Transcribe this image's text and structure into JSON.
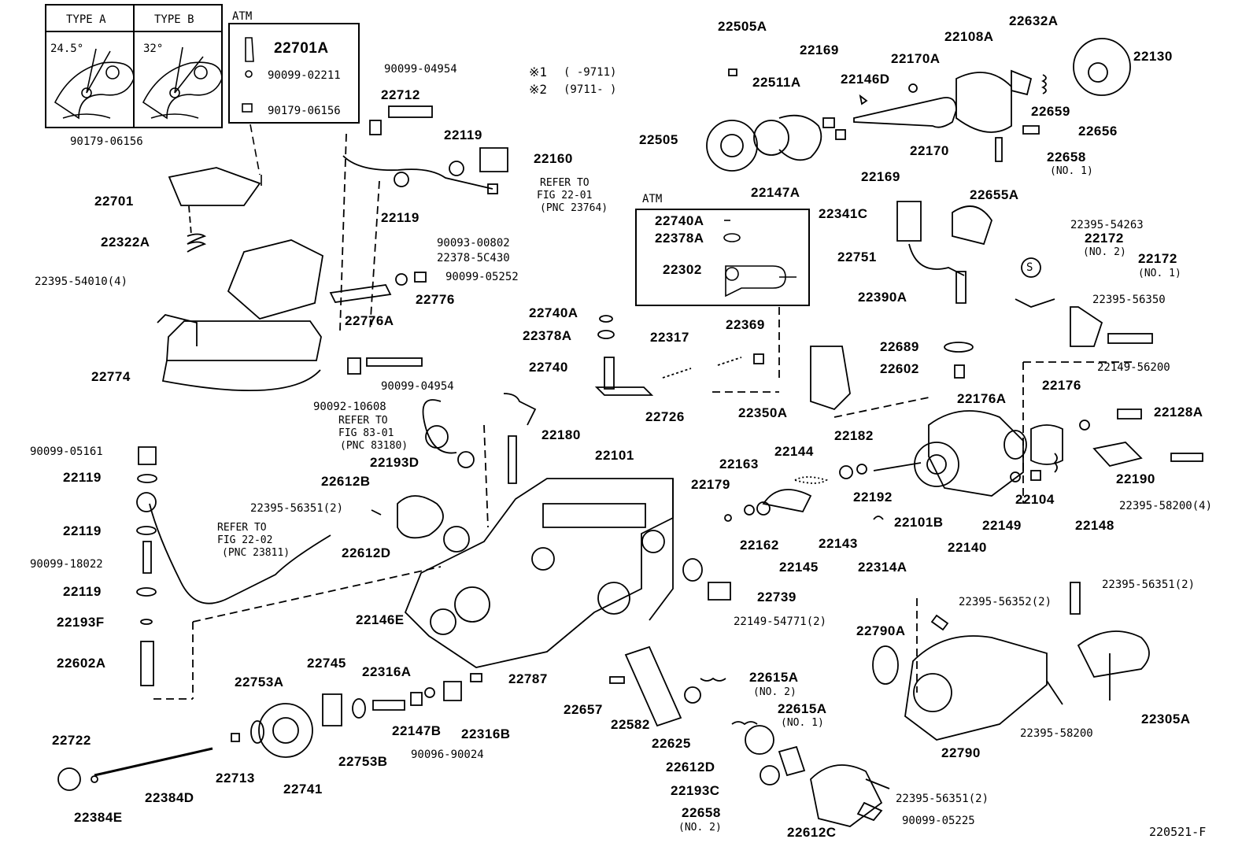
{
  "inset": {
    "type_a": "TYPE A",
    "type_b": "TYPE B",
    "angle_a": "24.5°",
    "angle_b": "32°",
    "atm": "ATM"
  },
  "legend": {
    "mark1": "※1",
    "range1": "(      -9711)",
    "mark2": "※2",
    "range2": "(9711-      )"
  },
  "atm_box": "ATM",
  "refs": {
    "r1": "REFER TO",
    "r1b": "FIG 22-01",
    "r1c": "(PNC 23764)",
    "r2": "REFER TO",
    "r2b": "FIG 83-01",
    "r2c": "(PNC 83180)",
    "r3": "REFER TO",
    "r3b": "FIG 22-02",
    "r3c": "(PNC 23811)"
  },
  "notes": {
    "n_no1_a": "(NO. 1)",
    "n_no2_a": "(NO. 2)",
    "n_no1_b": "(NO. 1)",
    "n_no2_b": "(NO. 2)",
    "n_no1_c": "(NO. 1)",
    "n_no2_c": "(NO. 2)",
    "s_mark": "S"
  },
  "parts": {
    "p22701A": "22701A",
    "p90099_02211": "90099-02211",
    "p90179_06156a": "90179-06156",
    "p90179_06156b": "90179-06156",
    "p22701": "22701",
    "p22322A": "22322A",
    "p22395_54010": "22395-54010(4)",
    "p22774": "22774",
    "p90099_04954a": "90099-04954",
    "p22712": "22712",
    "p22119a": "22119",
    "p22160": "22160",
    "p22119b": "22119",
    "p90093_00802": "90093-00802",
    "p22378_5C430": "22378-5C430",
    "p90099_05252": "90099-05252",
    "p22776": "22776",
    "p22776A": "22776A",
    "p90092_10608": "90092-10608",
    "p90099_04954b": "90099-04954",
    "p22505A": "22505A",
    "p22511A": "22511A",
    "p22505": "22505",
    "p22147A": "22147A",
    "p22169a": "22169",
    "p22169b": "22169",
    "p22341C": "22341C",
    "p22146D": "22146D",
    "p22170A": "22170A",
    "p22170": "22170",
    "p22108A": "22108A",
    "p22632A": "22632A",
    "p22659": "22659",
    "p22130": "22130",
    "p22656": "22656",
    "p22658a": "22658",
    "p22655A": "22655A",
    "p22740A_atm": "22740A",
    "p22378A_atm": "22378A",
    "p22302": "22302",
    "p22751": "22751",
    "p22390A": "22390A",
    "p22395_54263": "22395-54263",
    "p22172a": "22172",
    "p22172b": "22172",
    "p22395_56350": "22395-56350",
    "p22740A": "22740A",
    "p22378A": "22378A",
    "p22317": "22317",
    "p22369": "22369",
    "p22740": "22740",
    "p22726": "22726",
    "p22350A": "22350A",
    "p22689": "22689",
    "p22602": "22602",
    "p22176A": "22176A",
    "p22176": "22176",
    "p22149_56200": "22149-56200",
    "p22128A": "22128A",
    "p22180": "22180",
    "p22193D": "22193D",
    "p22101": "22101",
    "p22612B": "22612B",
    "p22395_56351a": "22395-56351(2)",
    "p22612D_a": "22612D",
    "p90099_05161": "90099-05161",
    "p22119c": "22119",
    "p22119d": "22119",
    "p90099_18022": "90099-18022",
    "p22119e": "22119",
    "p22193F": "22193F",
    "p22602A": "22602A",
    "p22144": "22144",
    "p22163": "22163",
    "p22179": "22179",
    "p22162": "22162",
    "p22145": "22145",
    "p22182": "22182",
    "p22143": "22143",
    "p22192": "22192",
    "p22101B": "22101B",
    "p22314A": "22314A",
    "p22140": "22140",
    "p22149": "22149",
    "p22104": "22104",
    "p22148": "22148",
    "p22190": "22190",
    "p22395_58200a": "22395-58200(4)",
    "p22739": "22739",
    "p22149_54771": "22149-54771(2)",
    "p22146E": "22146E",
    "p22395_56351b": "22395-56351(2)",
    "p22395_56352": "22395-56352(2)",
    "p22790A": "22790A",
    "p22790": "22790",
    "p22395_58200b": "22395-58200",
    "p22305A": "22305A",
    "p22753A": "22753A",
    "p22745": "22745",
    "p22316A": "22316A",
    "p22787": "22787",
    "p22657": "22657",
    "p22582": "22582",
    "p22615A_a": "22615A",
    "p22615A_b": "22615A",
    "p22625": "22625",
    "p22722": "22722",
    "p22713": "22713",
    "p22741": "22741",
    "p22753B": "22753B",
    "p22147B": "22147B",
    "p90096_90024": "90096-90024",
    "p22316B": "22316B",
    "p22384D": "22384D",
    "p22384E": "22384E",
    "p22612D_b": "22612D",
    "p22193C": "22193C",
    "p22658b": "22658",
    "p22612C": "22612C",
    "p22395_56351c": "22395-56351(2)",
    "p90099_05225": "90099-05225"
  },
  "figure_id": "220521-F"
}
